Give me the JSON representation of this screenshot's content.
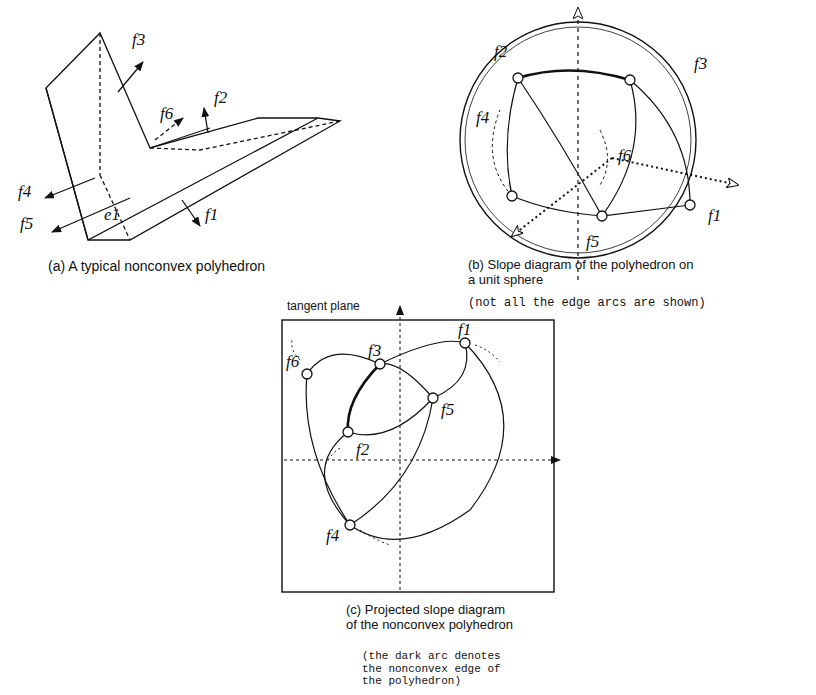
{
  "diagram": {
    "labels": [
      "f3",
      "f6",
      "f2",
      "f4",
      "e1",
      "f5",
      "f1",
      "f2",
      "f3",
      "f4",
      "f6",
      "f1",
      "f5",
      "tangent plane",
      "f3",
      "f1",
      "f6",
      "f5",
      "f2",
      "f4",
      "(a) A typical nonconvex polyhedron",
      "(b) Slope diagram of the polyhedron on a unit sphere",
      "(not all the edge arcs are shown)",
      "(c) Projected slope diagram of the nonconvex polyhedron",
      "(the dark arc denotes the nonconvex edge of the polyhedron)"
    ]
  }
}
